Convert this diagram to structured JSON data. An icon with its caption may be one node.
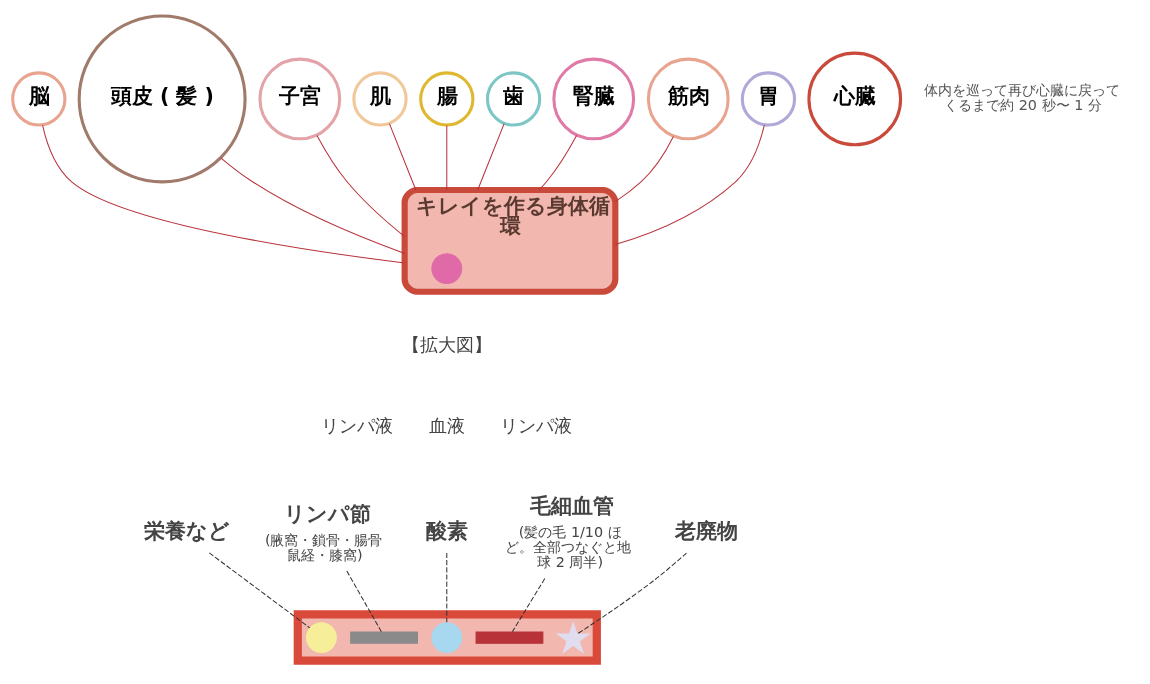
{
  "diagram": {
    "nodes": [
      {
        "text": [
          "キレイを作る身体循環"
        ]
      },
      {
        "text": [],
        "shape": "circle",
        "in": 0
      },
      {
        "text": [
          "心臓"
        ],
        "beside": [
          "体内を巡って再び心臓に戻ってくるまで約 20 秒〜 1 分"
        ]
      },
      {
        "text": [
          "脳"
        ]
      },
      {
        "text": [
          "頭皮 ( 髪 )"
        ]
      },
      {
        "text": [
          "子宮"
        ]
      },
      {
        "text": [
          "肌"
        ]
      },
      {
        "text": [
          "腸"
        ]
      },
      {
        "text": [
          "歯"
        ]
      },
      {
        "text": [
          "腎臓"
        ]
      },
      {
        "text": [
          "筋肉"
        ]
      },
      {
        "text": [
          "胃"
        ]
      },
      {
        "text": [],
        "shape": "box"
      },
      {
        "text": [],
        "shape": "circle",
        "in": 12
      },
      {
        "text": [],
        "shape": "bar",
        "in": 12
      },
      {
        "text": [],
        "shape": "circle",
        "in": 12
      },
      {
        "text": [],
        "shape": "bar",
        "in": 12
      },
      {
        "text": [],
        "shape": "star",
        "in": 12
      },
      {
        "text": [
          "栄養など"
        ]
      },
      {
        "text": [
          "リンパ節",
          "(腋窩・鎖骨・腸骨鼠経・膝窩)"
        ]
      },
      {
        "text": [
          "酸素"
        ]
      },
      {
        "text": [
          "毛細血管",
          "(髪の毛 1/10 ほど。全部つなぐと地球 2 周半)"
        ]
      },
      {
        "text": [
          "老廃物"
        ]
      }
    ],
    "edges": [
      {
        "from": 3,
        "to": 0,
        "arrow": "none"
      },
      {
        "from": 4,
        "to": 0,
        "arrow": "none"
      },
      {
        "from": 5,
        "to": 0,
        "arrow": "none"
      },
      {
        "from": 6,
        "to": 0,
        "arrow": "none"
      },
      {
        "from": 7,
        "to": 0,
        "arrow": "none"
      },
      {
        "from": 8,
        "to": 0,
        "arrow": "none"
      },
      {
        "from": 9,
        "to": 0,
        "arrow": "none"
      },
      {
        "from": 10,
        "to": 0,
        "arrow": "none"
      },
      {
        "from": 11,
        "to": 0,
        "arrow": "none"
      },
      {
        "from": 18,
        "to": 13,
        "arrow": "none",
        "style": "dashed",
        "color": "#333333"
      },
      {
        "from": 19,
        "to": 14,
        "arrow": "none",
        "style": "dashed",
        "color": "#333333"
      },
      {
        "from": 20,
        "to": 15,
        "arrow": "none",
        "style": "dashed",
        "color": "#333333"
      },
      {
        "from": 21,
        "to": 16,
        "arrow": "none",
        "style": "dashed",
        "color": "#333333"
      },
      {
        "from": 22,
        "to": 17,
        "arrow": "none",
        "style": "dashed",
        "color": "#333333"
      }
    ],
    "labels": [
      "【拡大図】",
      "リンパ液",
      "血液",
      "リンパ液"
    ]
  }
}
